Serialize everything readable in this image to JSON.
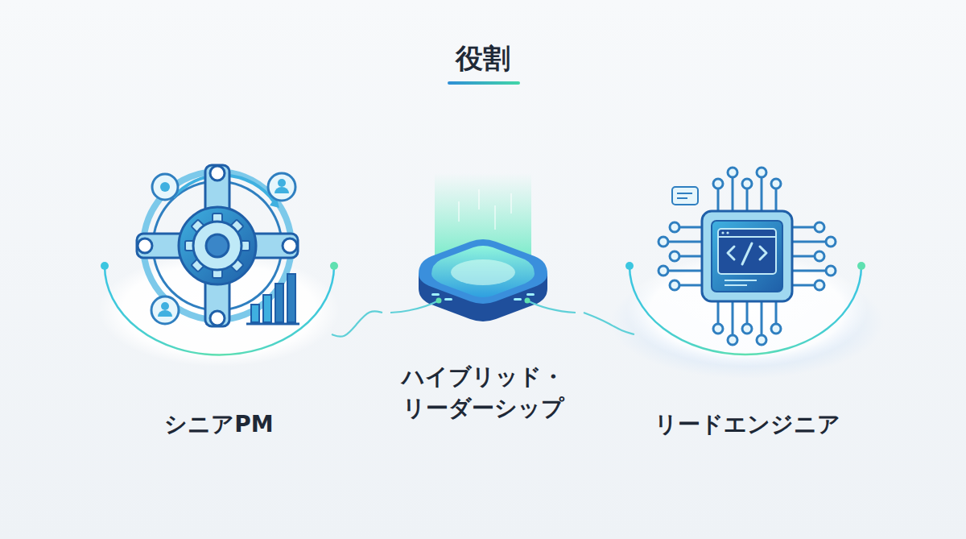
{
  "diagram": {
    "title": "役割",
    "nodes": [
      {
        "text": [
          "シニアPM"
        ]
      },
      {
        "text": [
          "ハイブリッド・ リーダーシップ"
        ]
      },
      {
        "text": [
          "リードエンジニア"
        ]
      }
    ],
    "edges": [
      {
        "from": 0,
        "to": 1,
        "arrow": "none"
      },
      {
        "from": 1,
        "to": 2,
        "arrow": "none"
      }
    ]
  }
}
